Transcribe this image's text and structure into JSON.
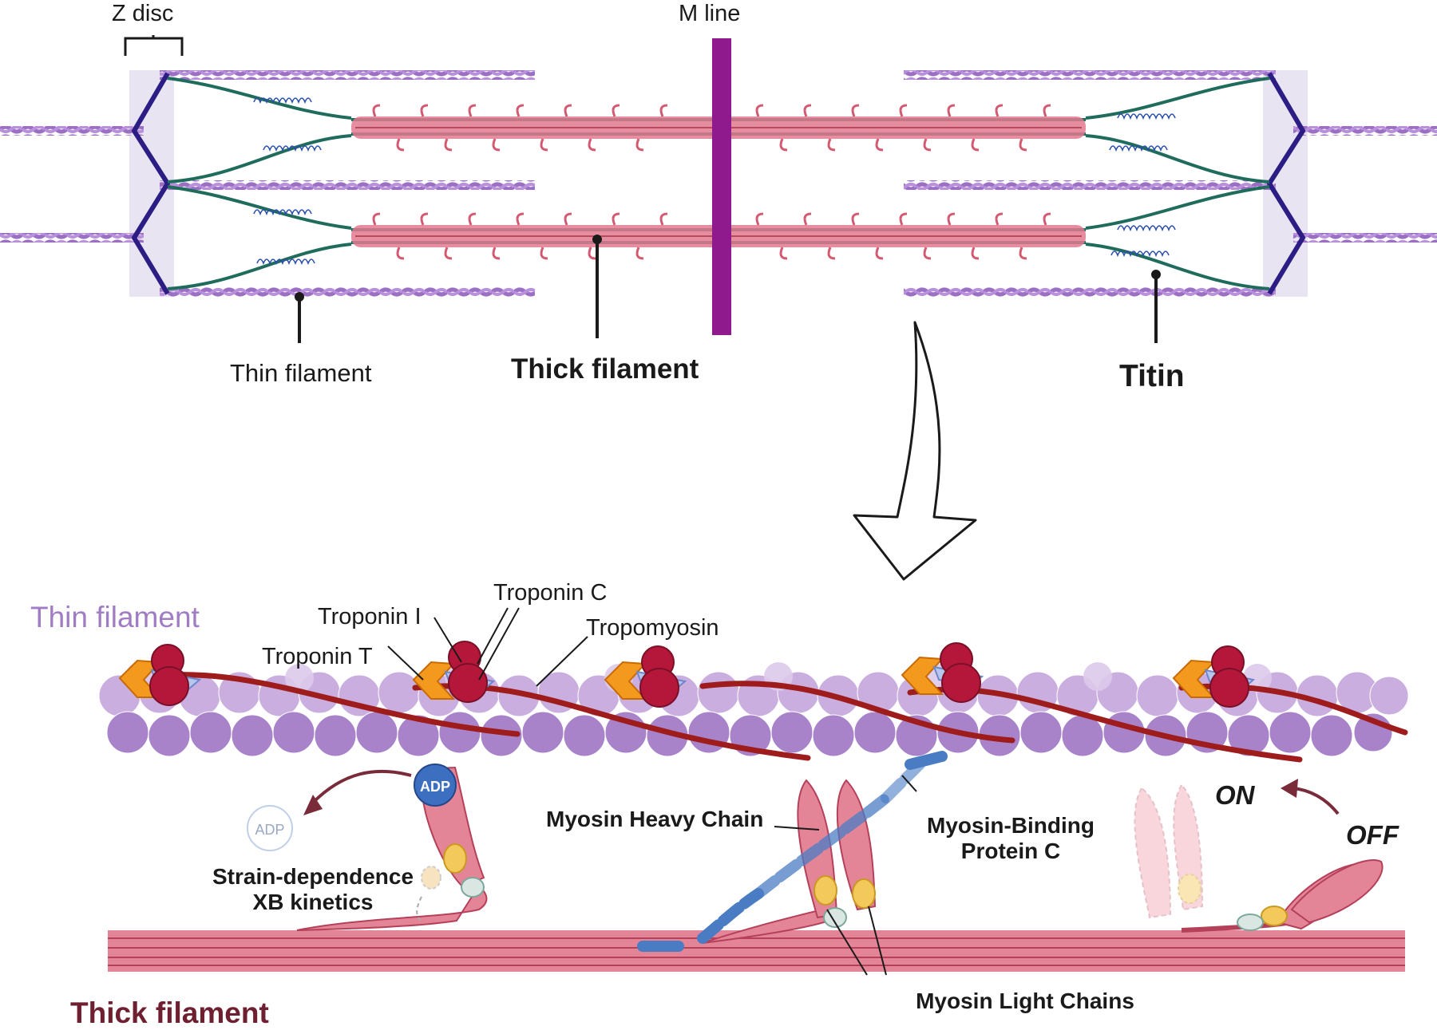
{
  "sarcomere": {
    "z_disc_label": "Z disc",
    "m_line_label": "M line",
    "thin_filament_label": "Thin filament",
    "thick_filament_label": "Thick filament",
    "titin_label": "Titin"
  },
  "detail": {
    "thin_filament_title": "Thin filament",
    "thick_filament_title": "Thick filament",
    "troponin_c_label": "Troponin C",
    "troponin_i_label": "Troponin I",
    "troponin_t_label": "Troponin T",
    "tropomyosin_label": "Tropomyosin",
    "adp_bound_label": "ADP",
    "adp_released_label": "ADP",
    "strain_line1": "Strain-dependence",
    "strain_line2": "XB kinetics",
    "myosin_heavy_chain_label": "Myosin Heavy Chain",
    "mybpc_line1": "Myosin-Binding",
    "mybpc_line2": "Protein C",
    "myosin_light_chains_label": "Myosin Light Chains",
    "on_label": "ON",
    "off_label": "OFF"
  },
  "colors": {
    "thin_filament": "#9b6fc4",
    "thick_filament": "#e27a8e",
    "titin": "#1f6b5c",
    "z_disc": "#2b1d83",
    "m_line": "#8e1a8e",
    "tropomyosin": "#9e1c1c",
    "troponin_sphere": "#b5173a",
    "mybpc": "#4a7cc4",
    "adp": "#3d6fc0",
    "thin_title": "#a07cc4",
    "thick_title": "#6e2030"
  }
}
